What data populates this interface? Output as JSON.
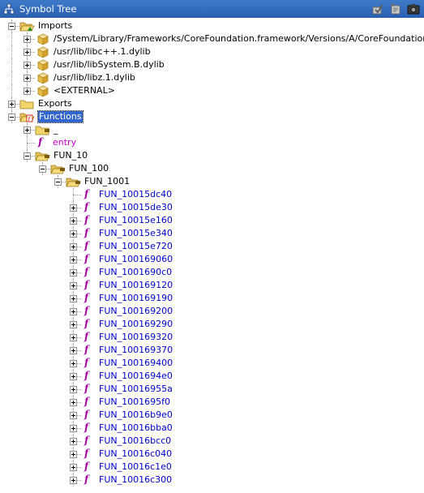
{
  "window": {
    "title": "Symbol Tree"
  },
  "toolbar": {
    "icons": [
      "check-icon",
      "refresh-icon",
      "camera-icon"
    ]
  },
  "tree": [
    {
      "label": "Imports",
      "type": "folder-imports",
      "toggle": "minus",
      "level": 0,
      "bold": false
    },
    {
      "label": "/System/Library/Frameworks/CoreFoundation.framework/Versions/A/CoreFoundation",
      "type": "library",
      "toggle": "plus",
      "level": 1
    },
    {
      "label": "/usr/lib/libc++.1.dylib",
      "type": "library",
      "toggle": "plus",
      "level": 1
    },
    {
      "label": "/usr/lib/libSystem.B.dylib",
      "type": "library",
      "toggle": "plus",
      "level": 1
    },
    {
      "label": "/usr/lib/libz.1.dylib",
      "type": "library",
      "toggle": "plus",
      "level": 1
    },
    {
      "label": "<EXTERNAL>",
      "type": "library",
      "toggle": "plus",
      "level": 1
    },
    {
      "label": "Exports",
      "type": "folder",
      "toggle": "plus",
      "level": 0
    },
    {
      "label": "Functions",
      "type": "folder-functions",
      "toggle": "minus",
      "level": 0,
      "selected": true
    },
    {
      "label": "_",
      "type": "folder-group",
      "toggle": "plus",
      "level": 1
    },
    {
      "label": "entry",
      "type": "function-entry",
      "toggle": "none",
      "level": 1
    },
    {
      "label": "FUN_10",
      "type": "folder-group",
      "toggle": "minus",
      "level": 1
    },
    {
      "label": "FUN_100",
      "type": "folder-group",
      "toggle": "minus",
      "level": 2
    },
    {
      "label": "FUN_1001",
      "type": "folder-group",
      "toggle": "minus",
      "level": 3
    },
    {
      "label": "FUN_10015dc40",
      "type": "function",
      "toggle": "none",
      "level": 4
    },
    {
      "label": "FUN_10015de30",
      "type": "function",
      "toggle": "plus",
      "level": 4
    },
    {
      "label": "FUN_10015e160",
      "type": "function",
      "toggle": "plus",
      "level": 4
    },
    {
      "label": "FUN_10015e340",
      "type": "function",
      "toggle": "plus",
      "level": 4
    },
    {
      "label": "FUN_10015e720",
      "type": "function",
      "toggle": "plus",
      "level": 4
    },
    {
      "label": "FUN_100169060",
      "type": "function",
      "toggle": "plus",
      "level": 4
    },
    {
      "label": "FUN_1001690c0",
      "type": "function",
      "toggle": "plus",
      "level": 4
    },
    {
      "label": "FUN_100169120",
      "type": "function",
      "toggle": "plus",
      "level": 4
    },
    {
      "label": "FUN_100169190",
      "type": "function",
      "toggle": "plus",
      "level": 4
    },
    {
      "label": "FUN_100169200",
      "type": "function",
      "toggle": "plus",
      "level": 4
    },
    {
      "label": "FUN_100169290",
      "type": "function",
      "toggle": "plus",
      "level": 4
    },
    {
      "label": "FUN_100169320",
      "type": "function",
      "toggle": "plus",
      "level": 4
    },
    {
      "label": "FUN_100169370",
      "type": "function",
      "toggle": "plus",
      "level": 4
    },
    {
      "label": "FUN_100169400",
      "type": "function",
      "toggle": "plus",
      "level": 4
    },
    {
      "label": "FUN_1001694e0",
      "type": "function",
      "toggle": "plus",
      "level": 4
    },
    {
      "label": "FUN_10016955a",
      "type": "function",
      "toggle": "plus",
      "level": 4
    },
    {
      "label": "FUN_1001695f0",
      "type": "function",
      "toggle": "plus",
      "level": 4
    },
    {
      "label": "FUN_10016b9e0",
      "type": "function",
      "toggle": "plus",
      "level": 4
    },
    {
      "label": "FUN_10016bba0",
      "type": "function",
      "toggle": "plus",
      "level": 4
    },
    {
      "label": "FUN_10016bcc0",
      "type": "function",
      "toggle": "plus",
      "level": 4
    },
    {
      "label": "FUN_10016c040",
      "type": "function",
      "toggle": "plus",
      "level": 4
    },
    {
      "label": "FUN_10016c1e0",
      "type": "function",
      "toggle": "plus",
      "level": 4
    },
    {
      "label": "FUN_10016c300",
      "type": "function",
      "toggle": "plus",
      "level": 4
    }
  ]
}
